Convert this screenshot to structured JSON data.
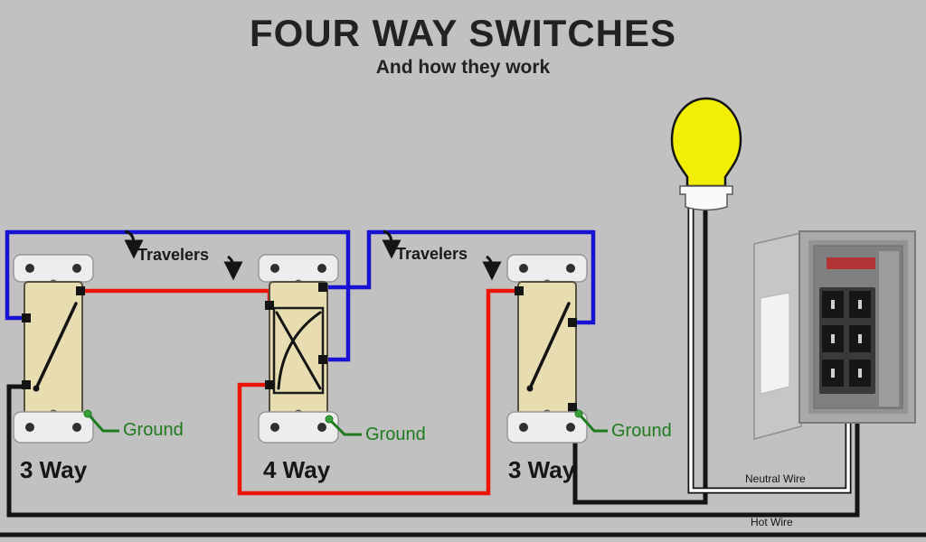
{
  "title": {
    "heading": "FOUR WAY SWITCHES",
    "subheading": "And how they work"
  },
  "annotations": {
    "travelers_left": "Travelers",
    "travelers_right": "Travelers",
    "ground_left": "Ground",
    "ground_middle": "Ground",
    "ground_right": "Ground",
    "neutral_wire": "Neutral Wire",
    "hot_wire": "Hot Wire"
  },
  "switches": [
    {
      "label": "3 Way",
      "type": "3-way switch"
    },
    {
      "label": "4 Way",
      "type": "4-way switch"
    },
    {
      "label": "3 Way",
      "type": "3-way switch"
    }
  ],
  "components": {
    "light_bulb": "light-bulb",
    "breaker_panel": "electrical-breaker-panel"
  },
  "colors": {
    "background": "#c1c1c1",
    "traveler_blue": "#1812d2",
    "traveler_red": "#ec1505",
    "hot_black": "#141414",
    "neutral_white": "#ffffff",
    "ground_green": "#1e7b1e",
    "bulb_yellow": "#f2ee06",
    "switch_body_ivory": "#e8ddb0",
    "plate_white": "#ededed"
  }
}
